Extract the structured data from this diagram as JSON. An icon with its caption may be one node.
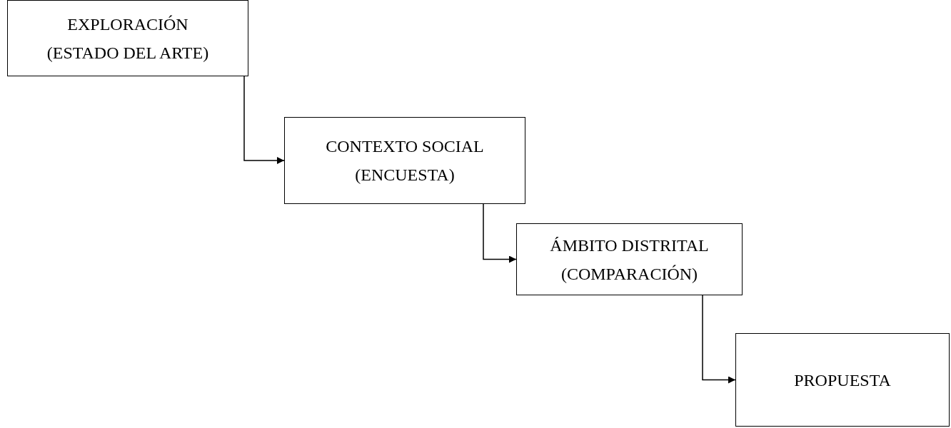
{
  "diagram": {
    "nodes": [
      {
        "text": [
          "EXPLORACIÓN",
          "(ESTADO DEL ARTE)"
        ]
      },
      {
        "text": [
          "CONTEXTO SOCIAL",
          "(ENCUESTA)"
        ]
      },
      {
        "text": [
          "ÁMBITO DISTRITAL",
          "(COMPARACIÓN)"
        ]
      },
      {
        "text": [
          "PROPUESTA"
        ]
      }
    ],
    "edges": [
      {
        "from": 0,
        "to": 1,
        "arrow": "to"
      },
      {
        "from": 1,
        "to": 2,
        "arrow": "to"
      },
      {
        "from": 2,
        "to": 3,
        "arrow": "to"
      }
    ]
  }
}
